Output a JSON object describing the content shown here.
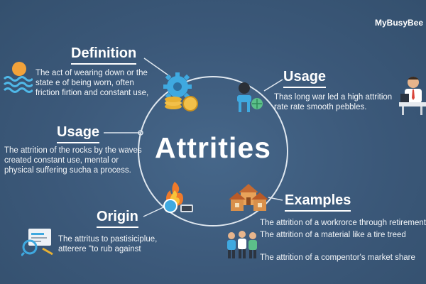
{
  "brand": "MyBusyBee",
  "center": {
    "title": "Attrities"
  },
  "sections": {
    "definition": {
      "heading": "Definition",
      "text": "The act of wearing down or the\nstate e of being worn, often\nfriction firtion and constant use,"
    },
    "usage_right": {
      "heading": "Usage",
      "text": "Thas long war led a high attrition\nrate rate smooth pebbles."
    },
    "usage_left": {
      "heading": "Usage",
      "text": "The attrition of the rocks by the waves\ncreated constant use, mental or\nphysical suffering sucha a process."
    },
    "origin": {
      "heading": "Origin",
      "text": "The attritus to pastisiciplue,\natterere \"to rub against"
    },
    "examples": {
      "heading": "Examples",
      "items": [
        "The attrition of a workrorce through retirement",
        "The attrition of a material like a tire treed",
        "The attrition of a compentor's market share"
      ]
    }
  },
  "icons": {
    "definition_left": "sun-waves-icon",
    "definition_hub": "gear-coins-icon",
    "usage_right_hub": "person-globe-icon",
    "usage_right_side": "businessman-desk-icon",
    "origin_hub": "fire-globe-icon",
    "origin_side": "magnifier-report-icon",
    "examples_hub": "houses-icon",
    "examples_side": "team-people-icon"
  },
  "colors": {
    "background": "#3c5a7a",
    "text": "#ffffff",
    "accent_orange": "#f2a23a",
    "accent_blue": "#3fa9e0"
  }
}
